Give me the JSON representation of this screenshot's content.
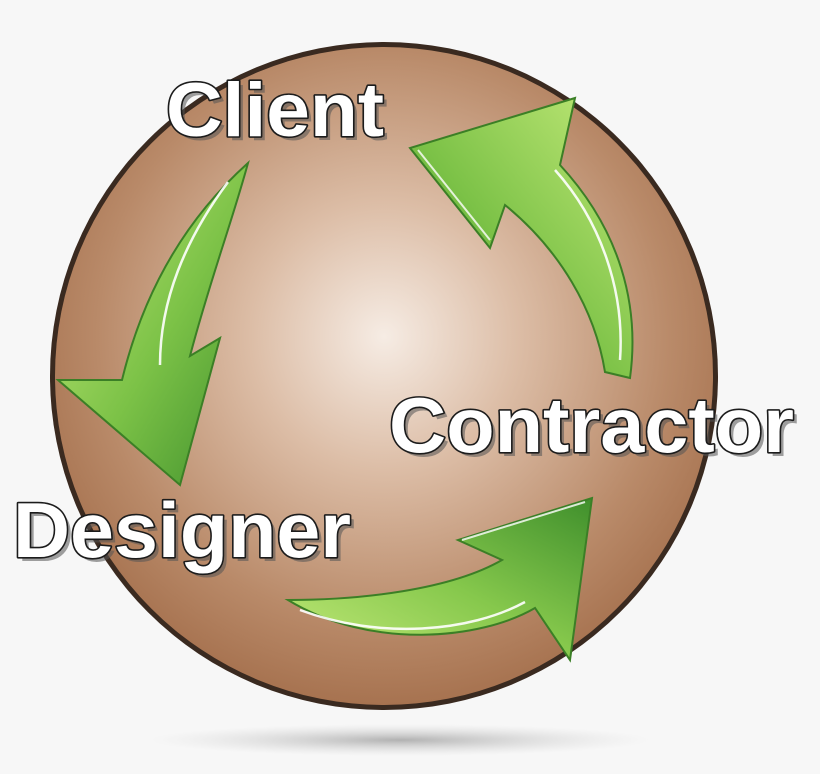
{
  "nodes": [
    {
      "label": "Client"
    },
    {
      "label": "Contractor"
    },
    {
      "label": "Designer"
    }
  ],
  "colors": {
    "sphere_light": "#f3e6dc",
    "sphere_mid": "#c9a184",
    "sphere_dark": "#a87552",
    "sphere_rim": "#3a2a20",
    "arrow_light": "#b7e36a",
    "arrow_dark": "#4f9a32",
    "label_fill": "#ffffff",
    "label_outline": "#1c1c1c"
  }
}
